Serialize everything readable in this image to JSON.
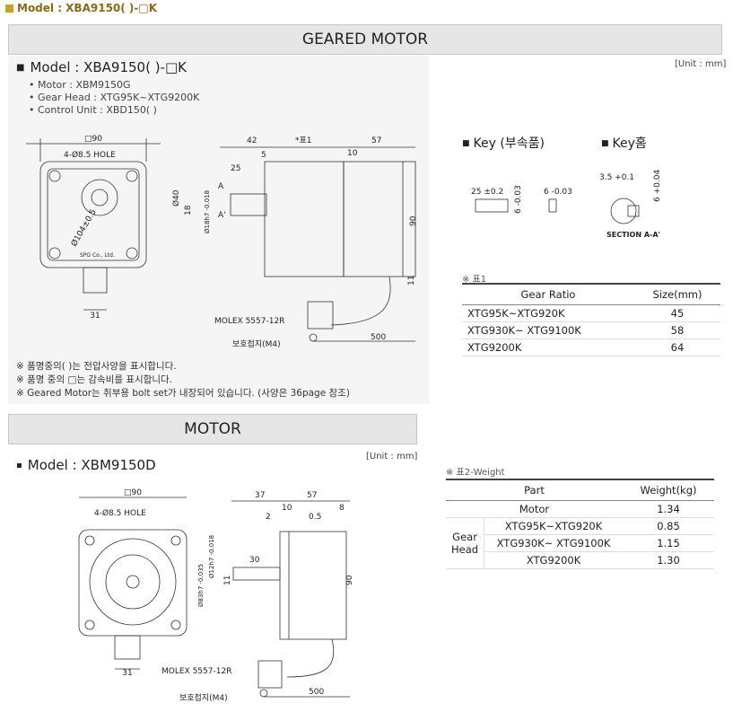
{
  "page_title": "Model : XBA9150(  )-□K",
  "geared": {
    "header": "GEARED MOTOR",
    "unit": "[Unit : mm]",
    "model": "Model : XBA9150(  )-□K",
    "specs": [
      "• Motor : XBM9150G",
      "• Gear Head : XTG95K~XTG9200K",
      "• Control Unit : XBD150(  )"
    ],
    "notes": [
      "※ 품명중의(  )는 전압사양을 표시합니다.",
      "※ 품명 중의 □는 감속비를 표시합니다.",
      "※ Geared Motor는 취부용 bolt set가 내장되어 있습니다. (사양은 36page 참조)"
    ],
    "dims": {
      "sq": "□90",
      "hole": "4-Ø8.5 HOLE",
      "pcd": "Ø104±0.5",
      "maker": "SPG Co., Ltd.",
      "w31": "31",
      "d42": "42",
      "gearlen": "*표1",
      "d57": "57",
      "d25": "25",
      "d5": "5",
      "d10": "10",
      "d40": "Ø40",
      "d18": "18",
      "shaft": "Ø18h7 -0.018",
      "d90": "90",
      "d11": "11",
      "molex": "MOLEX 5557-12R",
      "ground": "보호접지(M4)",
      "d500": "500",
      "a1": "A",
      "a2": "A'"
    },
    "key": {
      "title1": "Key (부속품)",
      "title2": "Key홈",
      "k25": "25 ±0.2",
      "k6a": "6 -0.03",
      "k6b": "6 -0.03",
      "h35": "3.5 +0.1",
      "h6": "6 +0.04",
      "section": "SECTION A-A'"
    },
    "table": {
      "label": "※ 표1",
      "headers": [
        "Gear Ratio",
        "Size(mm)"
      ],
      "rows": [
        [
          "XTG95K~XTG920K",
          "45"
        ],
        [
          "XTG930K~ XTG9100K",
          "58"
        ],
        [
          "XTG9200K",
          "64"
        ]
      ]
    }
  },
  "motor": {
    "header": "MOTOR",
    "unit": "[Unit : mm]",
    "model": "Model : XBM9150D",
    "dims": {
      "sq": "□90",
      "hole": "4-Ø8.5 HOLE",
      "w31": "31",
      "d37": "37",
      "d57": "57",
      "d10": "10",
      "d8": "8",
      "d2": "2",
      "d05": "0.5",
      "d30": "30",
      "shaft": "Ø12h7 -0.018",
      "flange": "Ø83h7 -0.035",
      "d11": "11",
      "d90": "90",
      "molex": "MOLEX 5557-12R",
      "ground": "보호접지(M4)",
      "d500": "500"
    },
    "table": {
      "label": "※ 표2-Weight",
      "headers": [
        "Part",
        "Weight(kg)"
      ],
      "motor_label": "Motor",
      "motor_weight": "1.34",
      "group": "Gear Head",
      "rows": [
        [
          "XTG95K~XTG920K",
          "0.85"
        ],
        [
          "XTG930K~ XTG9100K",
          "1.15"
        ],
        [
          "XTG9200K",
          "1.30"
        ]
      ]
    }
  },
  "colors": {
    "bar_bg": "#e6e6e6",
    "drawing_bg": "#f5f5f5",
    "title_gold": "#c9a033"
  }
}
